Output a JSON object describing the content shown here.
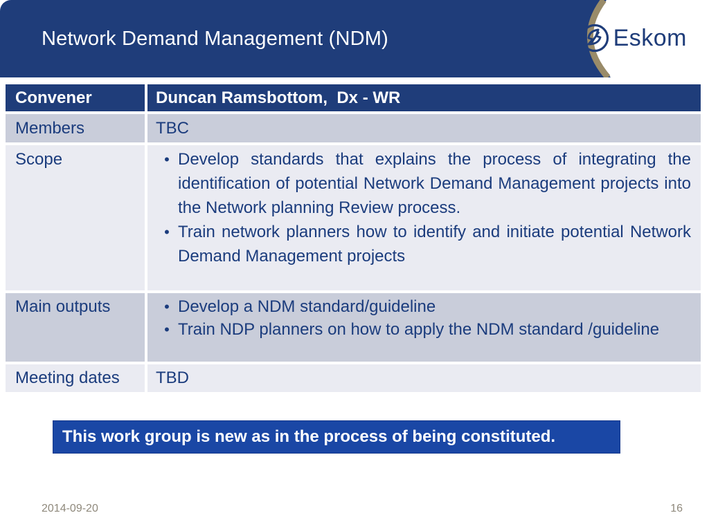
{
  "header": {
    "title": "Network Demand Management (NDM)",
    "logo_text": "Eskom",
    "logo_icon": "eskom-emblem-icon"
  },
  "table": {
    "rows": [
      {
        "label": "Convener",
        "value": "Duncan Ramsbottom,  Dx - WR"
      },
      {
        "label": "Members",
        "value": "TBC"
      },
      {
        "label": "Scope",
        "bullets": [
          "Develop standards that explains the process of integrating the identification of potential Network Demand Management projects into the Network planning Review process.",
          "Train network planners how to identify and initiate potential Network Demand Management projects"
        ]
      },
      {
        "label": "Main outputs",
        "bullets": [
          "Develop a NDM standard/guideline",
          "Train NDP planners on how to apply the NDM standard /guideline"
        ]
      },
      {
        "label": "Meeting dates",
        "value": "TBD"
      }
    ],
    "bullet_glyph": "•"
  },
  "note": {
    "text": "This work group is new as in the process of being constituted."
  },
  "footer": {
    "date": "2014-09-20",
    "page_number": "16"
  },
  "colors": {
    "header_blue": "#1F3D7A",
    "row_gray": "#C9CDDA",
    "row_light": "#EAEBF2",
    "note_blue": "#1A47A5",
    "curve_tan": "#998B69",
    "text_blue": "#1B3C7D",
    "footer_gray": "#8F897C"
  }
}
